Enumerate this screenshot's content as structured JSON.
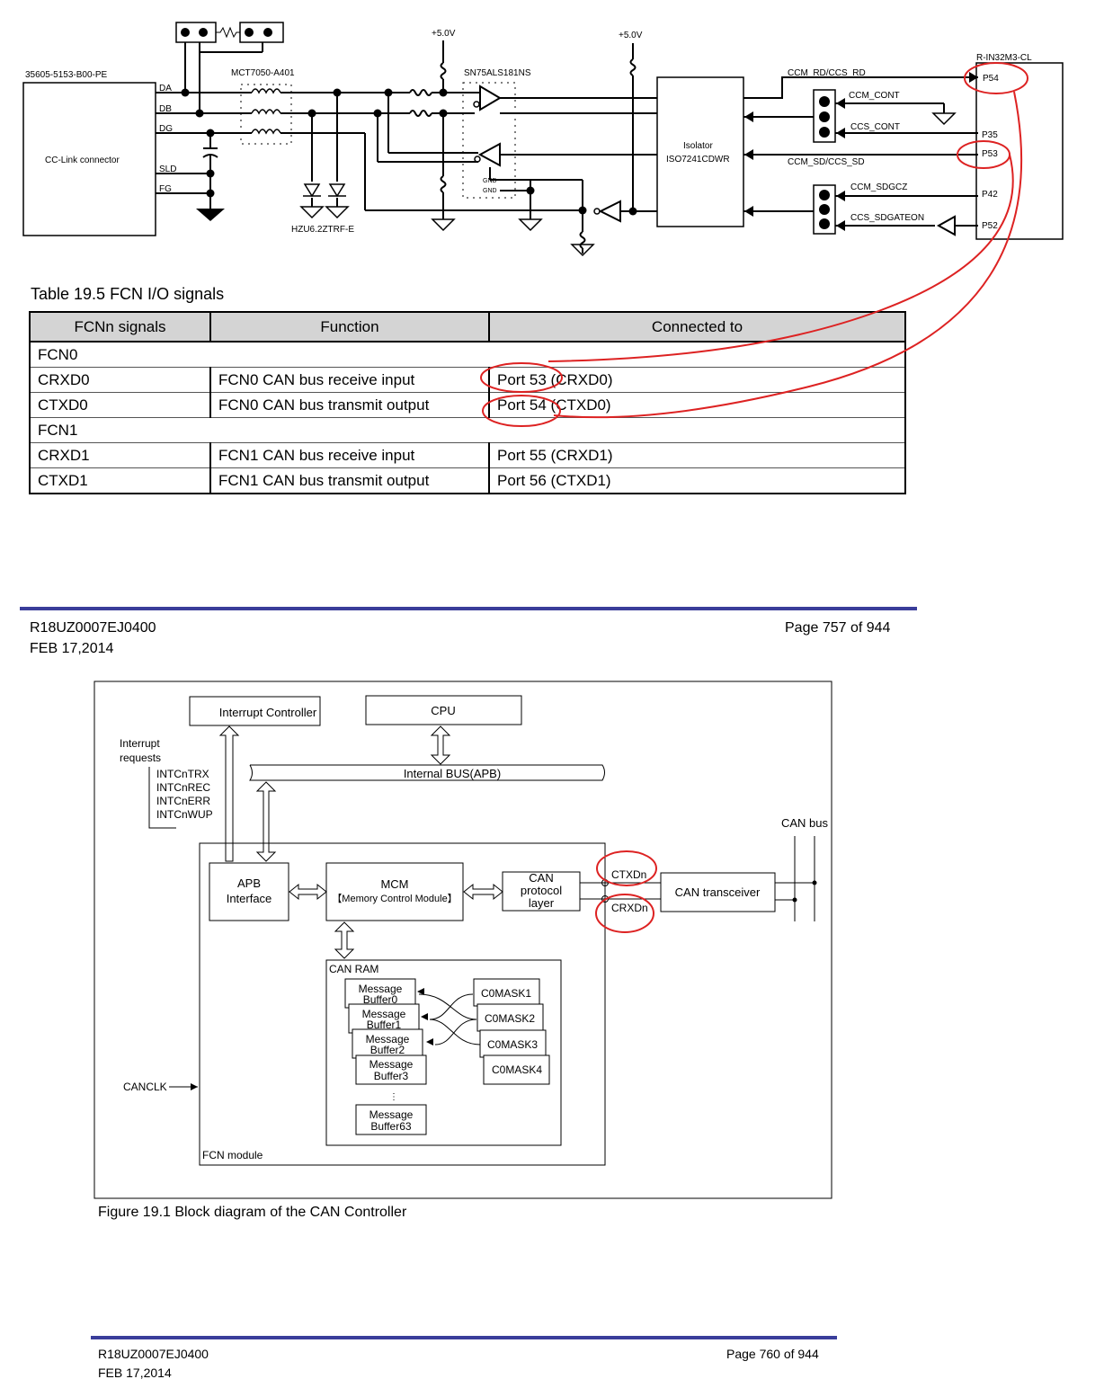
{
  "schematic": {
    "connector_part": "35605-5153-B00-PE",
    "connector_label": "CC-Link connector",
    "pins": [
      "DA",
      "DB",
      "DG",
      "SLD",
      "FG"
    ],
    "choke": "MCT7050-A401",
    "transceiver": "SN75ALS181NS",
    "supply1": "+5.0V",
    "supply2": "+5.0V",
    "diode": "HZU6.2ZTRF-E",
    "gnd1": "GND",
    "gnd2": "GND",
    "isolator_line1": "Isolator",
    "isolator_line2": "ISO7241CDWR",
    "mcu": "R-IN32M3-CL",
    "mcu_pins": [
      "P54",
      "P35",
      "P53",
      "P42",
      "P52"
    ],
    "signals": {
      "ccm_rd": "CCM_RD/CCS_RD",
      "ccm_cont": "CCM_CONT",
      "ccs_cont": "CCS_CONT",
      "ccm_sd": "CCM_SD/CCS_SD",
      "ccm_sdgcz": "CCM_SDGCZ",
      "ccs_sdgateon": "CCS_SDGATEON"
    }
  },
  "table": {
    "caption": "Table 19.5 FCN I/O signals",
    "headers": [
      "FCNn signals",
      "Function",
      "Connected to"
    ],
    "rows": [
      {
        "group": "FCN0"
      },
      {
        "signal": "CRXD0",
        "function": "FCN0 CAN bus receive input",
        "connected": "Port 53 (CRXD0)"
      },
      {
        "signal": "CTXD0",
        "function": "FCN0 CAN bus transmit output",
        "connected": "Port 54 (CTXD0)"
      },
      {
        "group": "FCN1"
      },
      {
        "signal": "CRXD1",
        "function": "FCN1 CAN bus receive input",
        "connected": "Port 55 (CRXD1)"
      },
      {
        "signal": "CTXD1",
        "function": "FCN1 CAN bus transmit output",
        "connected": "Port 56 (CTXD1)"
      }
    ]
  },
  "footer1": {
    "doc": "R18UZ0007EJ0400",
    "date": "FEB 17,2014",
    "page": "Page 757 of 944"
  },
  "block": {
    "interrupt_controller": "Interrupt Controller",
    "cpu": "CPU",
    "interrupt_line1": "Interrupt",
    "interrupt_line2": "requests",
    "interrupts": [
      "INTCnTRX",
      "INTCnREC",
      "INTCnERR",
      "INTCnWUP"
    ],
    "bus": "Internal BUS(APB)",
    "can_bus": "CAN bus",
    "apb_line1": "APB",
    "apb_line2": "Interface",
    "mcm_line1": "MCM",
    "mcm_line2": "【Memory Control Module】",
    "can_protocol_line1": "CAN",
    "can_protocol_line2": "protocol",
    "can_protocol_line3": "layer",
    "ctxdn": "CTXDn",
    "crxdn": "CRXDn",
    "can_transceiver": "CAN transceiver",
    "can_ram": "CAN RAM",
    "msg_line1": "Message",
    "buffers": [
      "Buffer0",
      "Buffer1",
      "Buffer2",
      "Buffer3",
      "Buffer63"
    ],
    "ellipsis": "⋮",
    "masks": [
      "C0MASK1",
      "C0MASK2",
      "C0MASK3",
      "C0MASK4"
    ],
    "canclk": "CANCLK",
    "fcn_module": "FCN module"
  },
  "figure_caption": "Figure 19.1  Block diagram of the CAN Controller",
  "footer2": {
    "doc": "R18UZ0007EJ0400",
    "date": "FEB 17,2014",
    "page": "Page 760 of 944"
  },
  "colors": {
    "annotation": "#dd2222",
    "rule": "#3a3d9a",
    "header_bg": "#d4d4d4"
  }
}
